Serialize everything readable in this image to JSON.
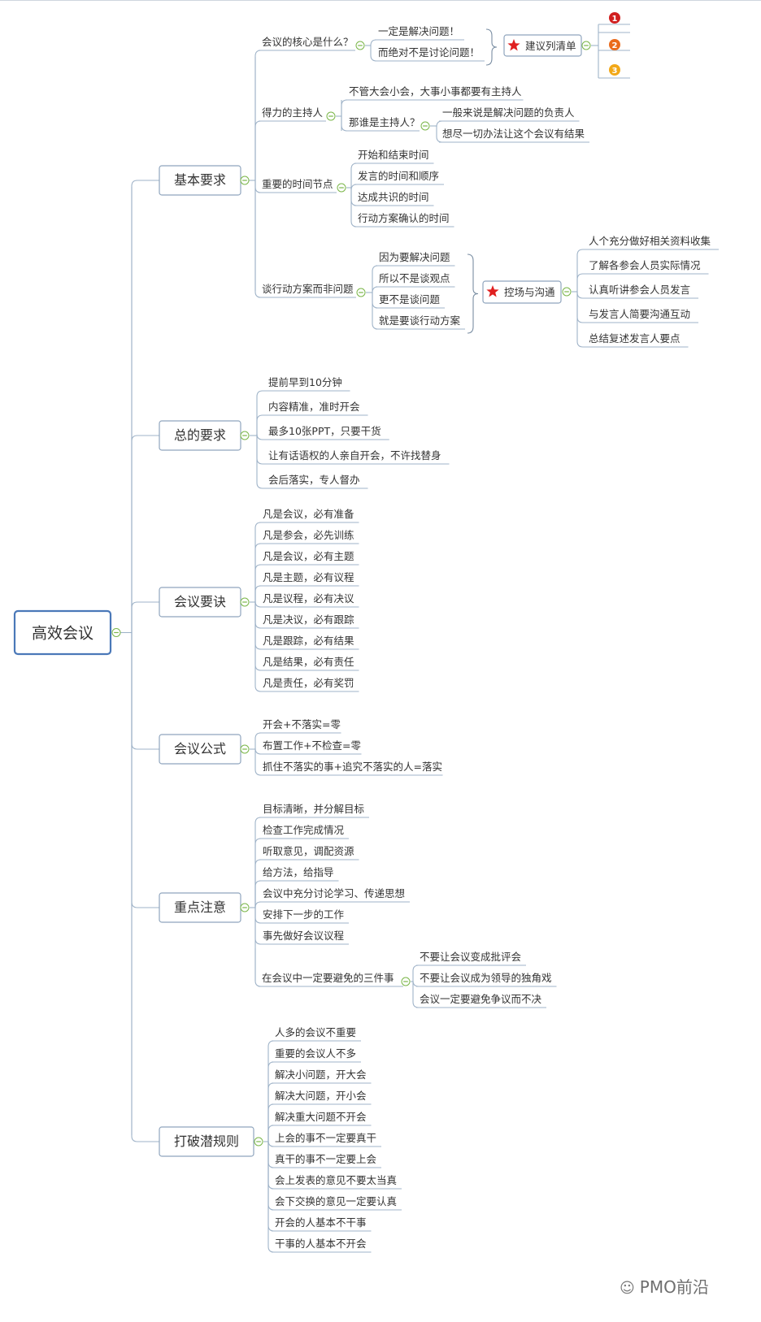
{
  "root": {
    "label": "高效会议"
  },
  "branches": [
    {
      "label": "基本要求"
    },
    {
      "label": "总的要求"
    },
    {
      "label": "会议要诀"
    },
    {
      "label": "会议公式"
    },
    {
      "label": "重点注意"
    },
    {
      "label": "打破潜规则"
    }
  ],
  "basic": {
    "core": {
      "label": "会议的核心是什么？",
      "items": [
        "一定是解决问题！",
        "而绝对不是讨论问题！"
      ],
      "summary": "建议列清单",
      "list_markers": [
        "1",
        "2",
        "3"
      ]
    },
    "host": {
      "label": "得力的主持人",
      "item1": "不管大会小会，大事小事都要有主持人",
      "who": {
        "label": "那谁是主持人？",
        "items": [
          "一般来说是解决问题的负责人",
          "想尽一切办法让这个会议有结果"
        ]
      }
    },
    "time": {
      "label": "重要的时间节点",
      "items": [
        "开始和结束时间",
        "发言的时间和顺序",
        "达成共识的时间",
        "行动方案确认的时间"
      ]
    },
    "action": {
      "label": "谈行动方案而非问题",
      "items": [
        "因为要解决问题",
        "所以不是谈观点",
        "更不是谈问题",
        "就是要谈行动方案"
      ],
      "summary": "控场与沟通",
      "summary_items": [
        "人个充分做好相关资料收集",
        "了解各参会人员实际情况",
        "认真听讲参会人员发言",
        "与发言人简要沟通互动",
        "总结复述发言人要点"
      ]
    }
  },
  "general": {
    "items": [
      "提前早到10分钟",
      "内容精准，准时开会",
      "最多10张PPT，只要干货",
      "让有话语权的人亲自开会，不许找替身",
      "会后落实，专人督办"
    ]
  },
  "secrets": {
    "items": [
      "凡是会议，必有准备",
      "凡是参会，必先训练",
      "凡是会议，必有主题",
      "凡是主题，必有议程",
      "凡是议程，必有决议",
      "凡是决议，必有跟踪",
      "凡是跟踪，必有结果",
      "凡是结果，必有责任",
      "凡是责任，必有奖罚"
    ]
  },
  "formula": {
    "items": [
      "开会+不落实=零",
      "布置工作+不检查=零",
      "抓住不落实的事+追究不落实的人=落实"
    ]
  },
  "focus": {
    "items": [
      "目标清晰，并分解目标",
      "检查工作完成情况",
      "听取意见，调配资源",
      "给方法，给指导",
      "会议中充分讨论学习、传递思想",
      "安排下一步的工作",
      "事先做好会议议程"
    ],
    "avoid": {
      "label": "在会议中一定要避免的三件事",
      "items": [
        "不要让会议变成批评会",
        "不要让会议成为领导的独角戏",
        "会议一定要避免争议而不决"
      ]
    }
  },
  "rules": {
    "items": [
      "人多的会议不重要",
      "重要的会议人不多",
      "解决小问题，开大会",
      "解决大问题，开小会",
      "解决重大问题不开会",
      "上会的事不一定要真干",
      "真干的事不一定要上会",
      "会上发表的意见不要太当真",
      "会下交换的意见一定要认真",
      "开会的人基本不干事",
      "干事的人基本不开会"
    ]
  },
  "watermark": "PMO前沿",
  "colors": {
    "root_border": "#4a78b8",
    "line": "#9fb3c8",
    "toggle": "#7ab648",
    "star": "#e02020",
    "marker1": "#d11f1f",
    "marker2": "#ea6b1c",
    "marker3": "#f2a818"
  },
  "icons": [
    "star-icon",
    "priority-1-icon",
    "priority-2-icon",
    "priority-3-icon",
    "wechat-icon",
    "collapse-toggle-icon"
  ]
}
